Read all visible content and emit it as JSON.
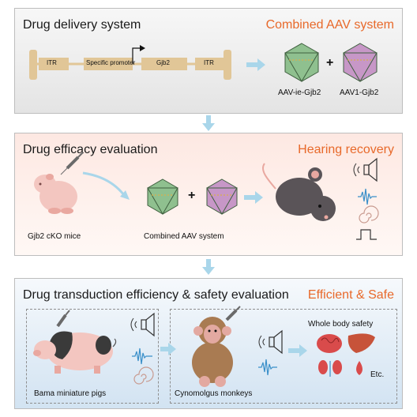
{
  "panel1": {
    "title": "Drug delivery system",
    "highlight": "Combined AAV system",
    "construct": {
      "itr_left": "ITR",
      "promoter": "Specific promoter",
      "gene": "Gjb2",
      "itr_right": "ITR"
    },
    "plus": "+",
    "vector_a": "AAV-ie-Gjb2",
    "vector_b": "AAV1-Gjb2"
  },
  "panel2": {
    "title": "Drug efficacy evaluation",
    "highlight": "Hearing recovery",
    "mouse_label": "Gjb2 cKO mice",
    "plus": "+",
    "system_label": "Combined AAV system"
  },
  "panel3": {
    "title": "Drug transduction efficiency & safety evaluation",
    "highlight": "Efficient & Safe",
    "pig_label": "Bama miniature pigs",
    "monkey_label": "Cynomolgus monkeys",
    "safety_title": "Whole body safety",
    "etc_label": "Etc."
  },
  "colors": {
    "accent": "#e8692a",
    "arrow": "#a9d6ea",
    "construct": "#e1c697",
    "aav_green": "#8fc08f",
    "aav_purple": "#c797c7"
  }
}
